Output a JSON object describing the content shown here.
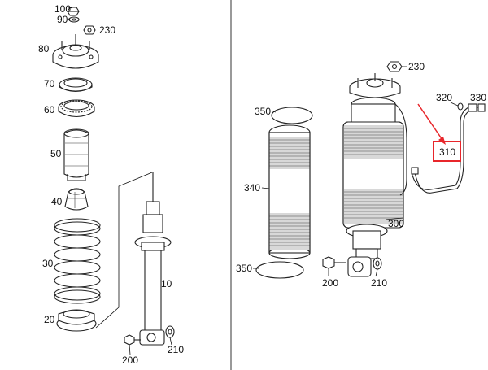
{
  "labels": {
    "p100": "100",
    "p90": "90",
    "p230a": "230",
    "p80": "80",
    "p70": "70",
    "p60": "60",
    "p50": "50",
    "p40": "40",
    "p30": "30",
    "p20": "20",
    "p10": "10",
    "p200a": "200",
    "p210a": "210",
    "p230b": "230",
    "p320": "320",
    "p330": "330",
    "p350a": "350",
    "p310": "310",
    "p340": "340",
    "p300": "300",
    "p350b": "350",
    "p200b": "200",
    "p210b": "210"
  },
  "colors": {
    "highlight": "#e8262b",
    "line": "#222222",
    "shade": "#d8d8d8"
  }
}
